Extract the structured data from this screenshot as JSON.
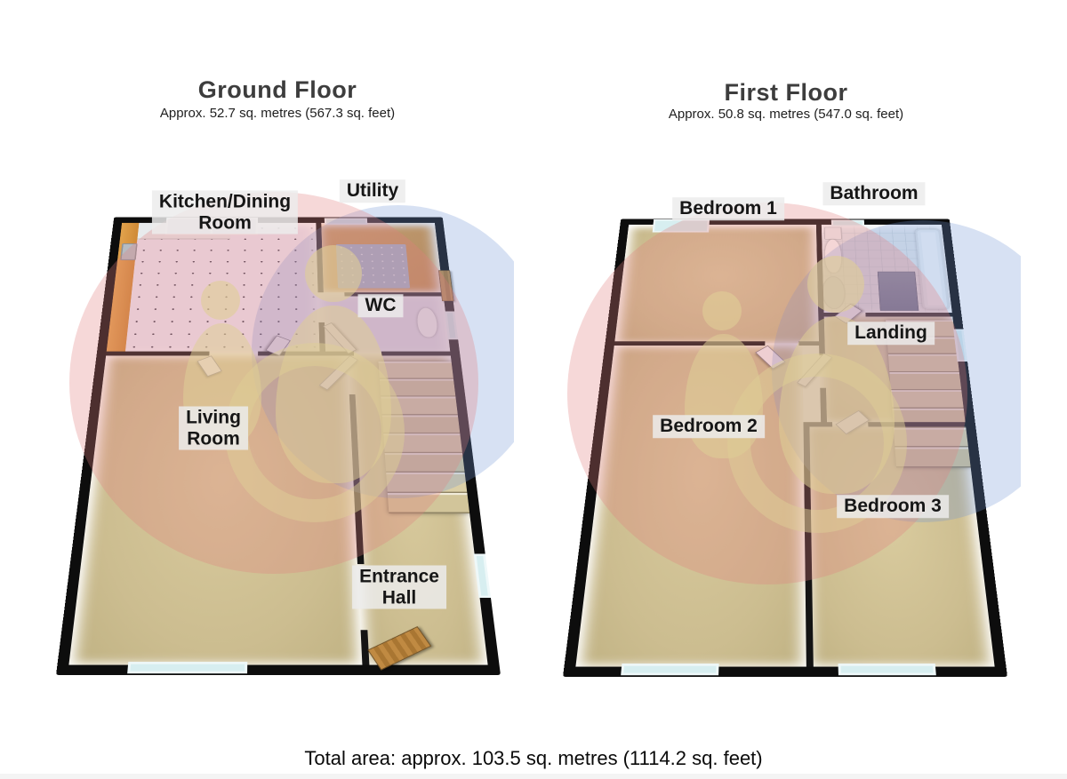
{
  "document": {
    "type": "estate-agent-3d-floorplan",
    "background": "#ffffff"
  },
  "floors": [
    {
      "title": "Ground Floor",
      "subtitle": "Approx. 52.7 sq. metres (567.3 sq. feet)",
      "rooms": [
        {
          "name": "Kitchen/Dining Room",
          "lines": [
            "Kitchen/Dining",
            "Room"
          ]
        },
        {
          "name": "Utility",
          "lines": [
            "Utility"
          ]
        },
        {
          "name": "WC",
          "lines": [
            "WC"
          ]
        },
        {
          "name": "Living Room",
          "lines": [
            "Living",
            "Room"
          ]
        },
        {
          "name": "Entrance Hall",
          "lines": [
            "Entrance",
            "Hall"
          ]
        }
      ],
      "features": [
        "staircase",
        "front-door",
        "patio-doors",
        "windows"
      ]
    },
    {
      "title": "First Floor",
      "subtitle": "Approx. 50.8 sq. metres (547.0 sq. feet)",
      "rooms": [
        {
          "name": "Bedroom 1",
          "lines": [
            "Bedroom 1"
          ]
        },
        {
          "name": "Bathroom",
          "lines": [
            "Bathroom"
          ]
        },
        {
          "name": "Landing",
          "lines": [
            "Landing"
          ]
        },
        {
          "name": "Bedroom 2",
          "lines": [
            "Bedroom 2"
          ]
        },
        {
          "name": "Bedroom 3",
          "lines": [
            "Bedroom 3"
          ]
        }
      ],
      "features": [
        "staircase",
        "bathtub",
        "toilet",
        "shower",
        "windows"
      ]
    }
  ],
  "footer": {
    "total_area": "Total area: approx. 103.5 sq. metres (1114.2 sq. feet)"
  },
  "colors": {
    "wall": "#0d0d0d",
    "carpet_tan": "#ccbd90",
    "kitchen_tile": "#edeaf5",
    "counter_orange": "#d6923d",
    "utility_mat": "#a8b6c8",
    "bathroom_tile": "#e5eaee",
    "window_glass": "#d7eef0",
    "stairs": "#dbcfa6",
    "door_wood": "#b07c3c",
    "label_background": "#ececec",
    "label_text": "#161616",
    "title_text": "#3d3d3d",
    "watermark_pink": "#e07e7e",
    "watermark_blue": "#7192d3",
    "watermark_figures": "#decd96"
  }
}
